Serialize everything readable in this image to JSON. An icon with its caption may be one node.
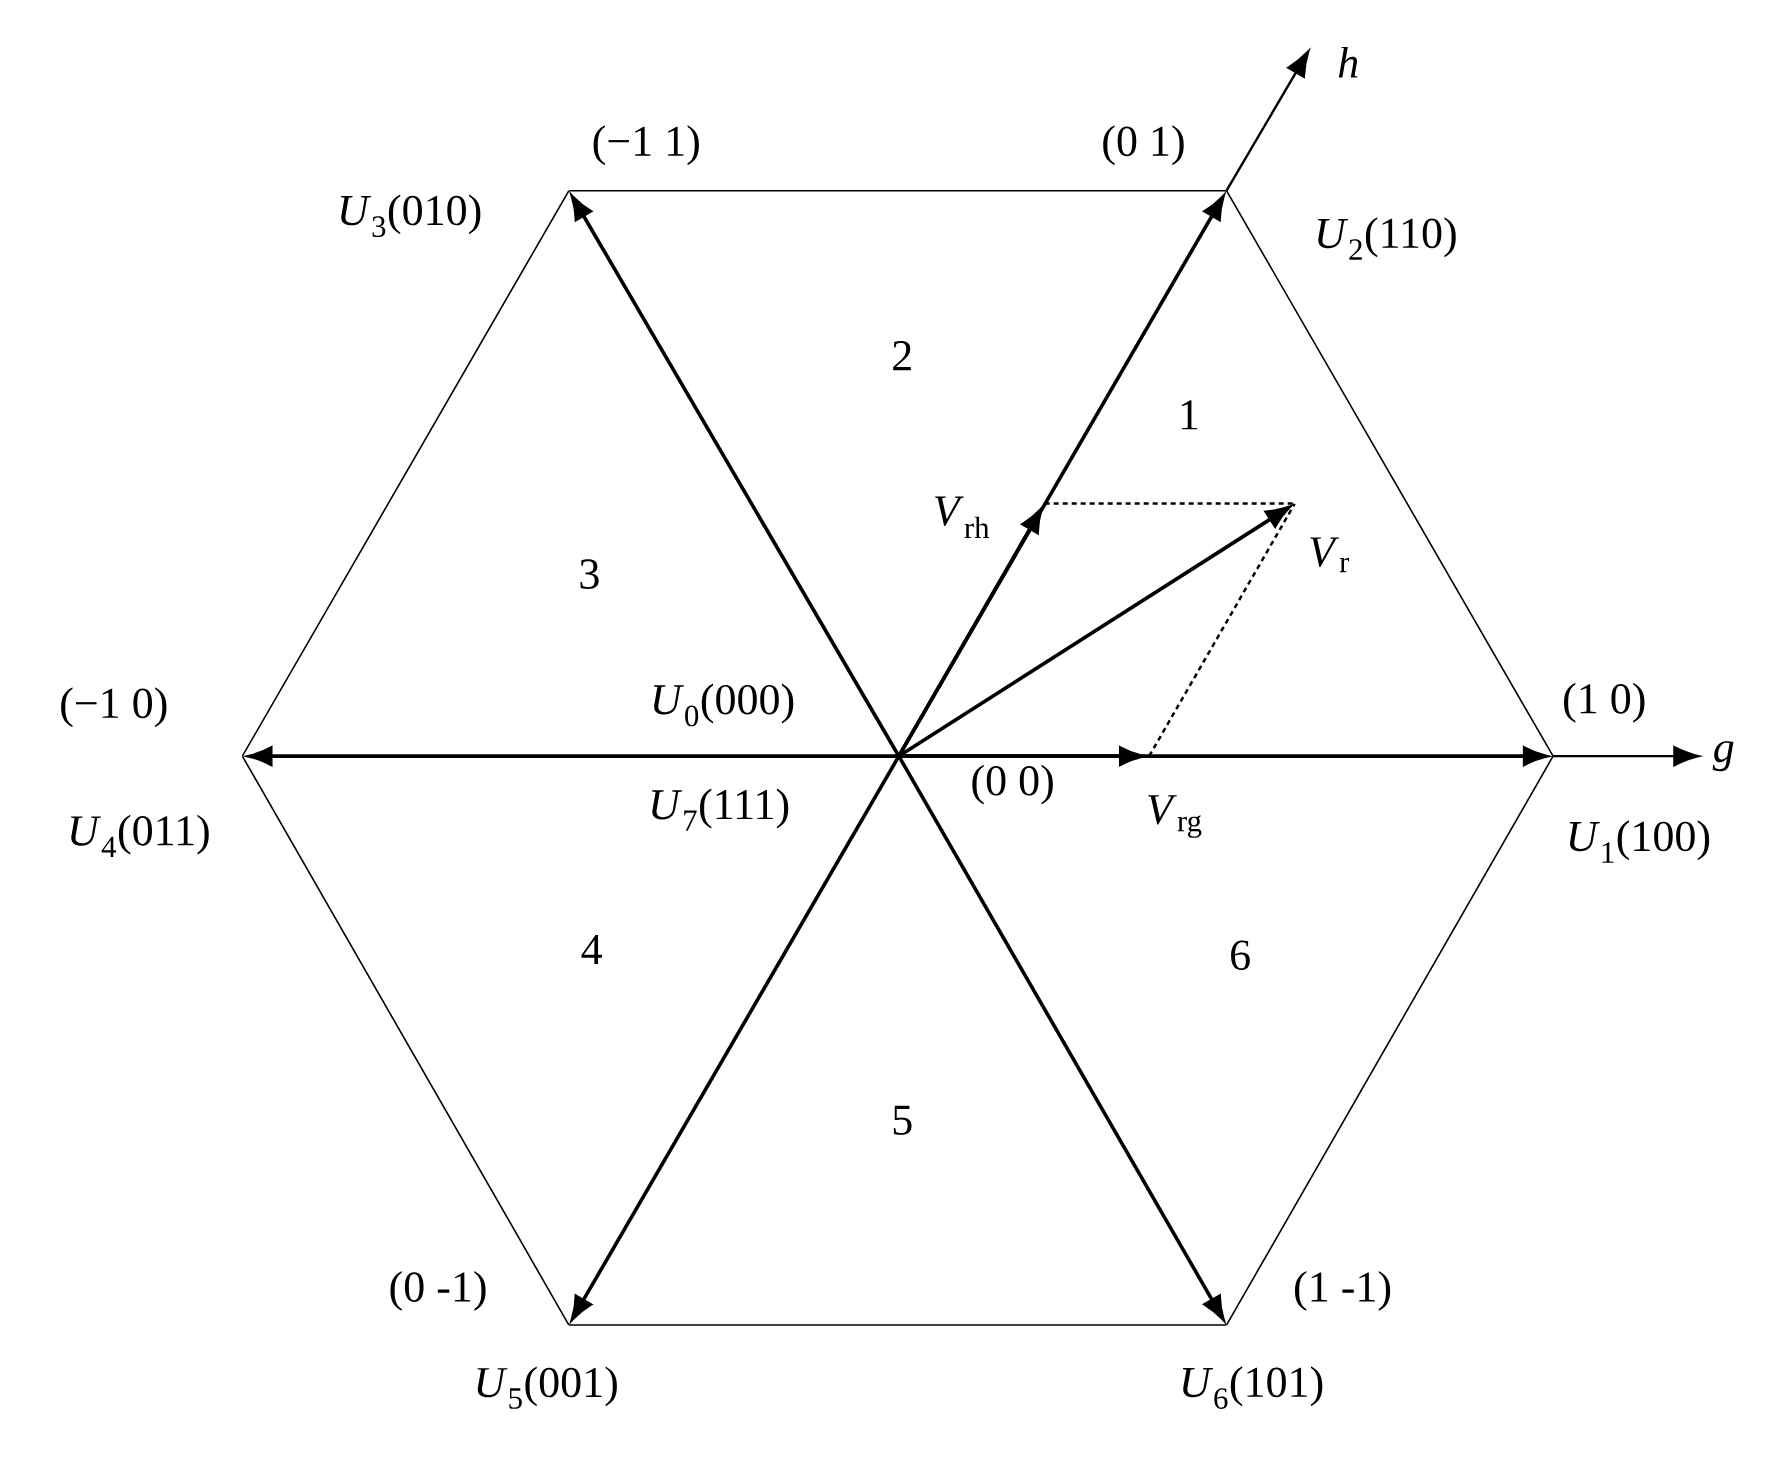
{
  "diagram": {
    "nodes": [
      {
        "text": [
          "*U*$_{0}$(000)",
          "*U*$_{7}$(111)",
          "(0 0)"
        ]
      },
      {
        "text": [
          "(1 0)",
          "*U*$_{1}$(100)"
        ]
      },
      {
        "text": [
          "(0 1)",
          "*U*$_{2}$(110)"
        ]
      },
      {
        "text": [
          "(−1 1)",
          "*U*$_{3}$(010)"
        ]
      },
      {
        "text": [
          "(−1 0)",
          "*U*$_{4}$(011)"
        ]
      },
      {
        "text": [
          "(0 -1)",
          "*U*$_{5}$(001)"
        ]
      },
      {
        "text": [
          "(1 -1)",
          "*U*$_{6}$(101)"
        ]
      },
      {
        "text": [
          "*V*$_{rh}$"
        ]
      },
      {
        "text": [
          "*V*$_{r}$"
        ]
      },
      {
        "text": [
          "*V*$_{rg}$"
        ]
      }
    ],
    "edges": [
      {
        "from": 0,
        "to": 1,
        "arrow": "to"
      },
      {
        "from": 0,
        "to": 2,
        "arrow": "to"
      },
      {
        "from": 0,
        "to": 3,
        "arrow": "to"
      },
      {
        "from": 0,
        "to": 4,
        "arrow": "to"
      },
      {
        "from": 0,
        "to": 5,
        "arrow": "to"
      },
      {
        "from": 0,
        "to": 6,
        "arrow": "to"
      },
      {
        "from": 1,
        "to": 2,
        "arrow": "none"
      },
      {
        "from": 2,
        "to": 3,
        "arrow": "none"
      },
      {
        "from": 3,
        "to": 4,
        "arrow": "none"
      },
      {
        "from": 4,
        "to": 5,
        "arrow": "none"
      },
      {
        "from": 5,
        "to": 6,
        "arrow": "none"
      },
      {
        "from": 6,
        "to": 1,
        "arrow": "none"
      },
      {
        "from": 0,
        "to": 7,
        "arrow": "to"
      },
      {
        "from": 0,
        "to": 8,
        "arrow": "to"
      },
      {
        "from": 0,
        "to": 9,
        "arrow": "to"
      },
      {
        "from": 7,
        "to": 8,
        "arrow": "none",
        "style": "dashed"
      },
      {
        "from": 9,
        "to": 8,
        "arrow": "none",
        "style": "dashed"
      }
    ],
    "labels": [
      "h",
      "2",
      "1",
      "3",
      "g",
      "4",
      "6",
      "5"
    ]
  }
}
